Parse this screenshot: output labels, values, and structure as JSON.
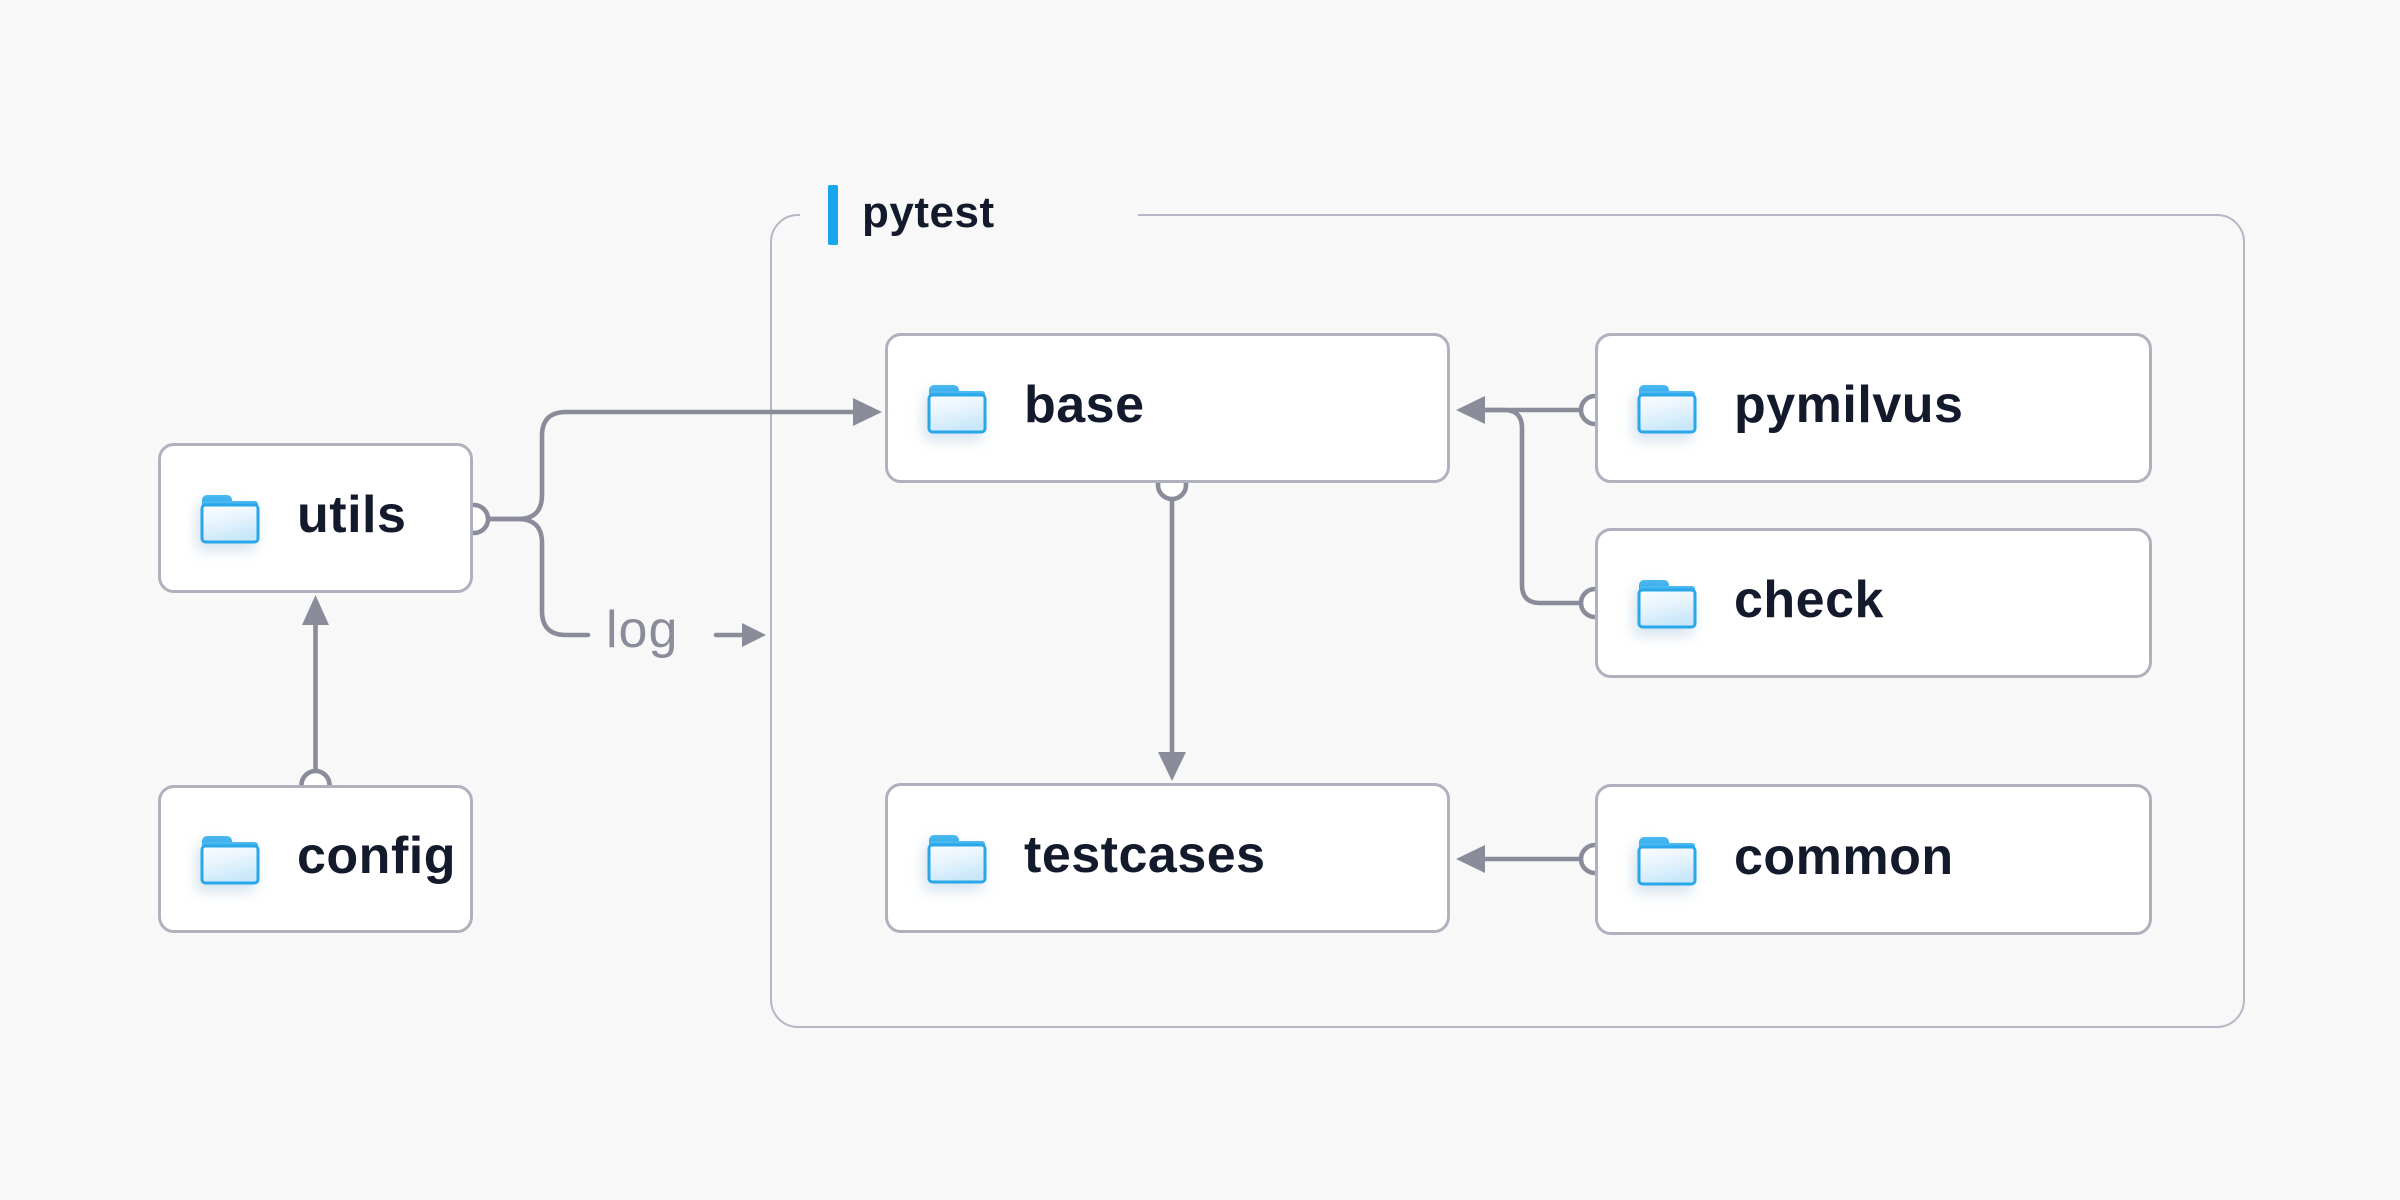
{
  "diagram": {
    "container_label": "pytest",
    "edge_label": "log",
    "nodes": [
      {
        "id": "utils",
        "label": "utils"
      },
      {
        "id": "config",
        "label": "config"
      },
      {
        "id": "base",
        "label": "base"
      },
      {
        "id": "pymilvus",
        "label": "pymilvus"
      },
      {
        "id": "check",
        "label": "check"
      },
      {
        "id": "testcases",
        "label": "testcases"
      },
      {
        "id": "common",
        "label": "common"
      }
    ],
    "edges": [
      {
        "from": "config",
        "to": "utils",
        "style": "arrow"
      },
      {
        "from": "utils",
        "to": "base",
        "style": "arrow"
      },
      {
        "from": "utils",
        "to": "log",
        "style": "label"
      },
      {
        "from": "base",
        "to": "testcases",
        "style": "arrow"
      },
      {
        "from": "pymilvus",
        "to": "base",
        "style": "arrow"
      },
      {
        "from": "check",
        "to": "base",
        "style": "arrow"
      },
      {
        "from": "common",
        "to": "testcases",
        "style": "arrow"
      }
    ],
    "colors": {
      "background": "#F8F8F9",
      "node_fill": "#FFFFFF",
      "node_border": "#AFB1BF",
      "container_border": "#B5B7C4",
      "connector": "#8A8D99",
      "label_text": "#121A2C",
      "edge_label_text": "#8A8D99",
      "accent_blue": "#18A7EE",
      "folder_blue": "#2AA7E8"
    }
  }
}
